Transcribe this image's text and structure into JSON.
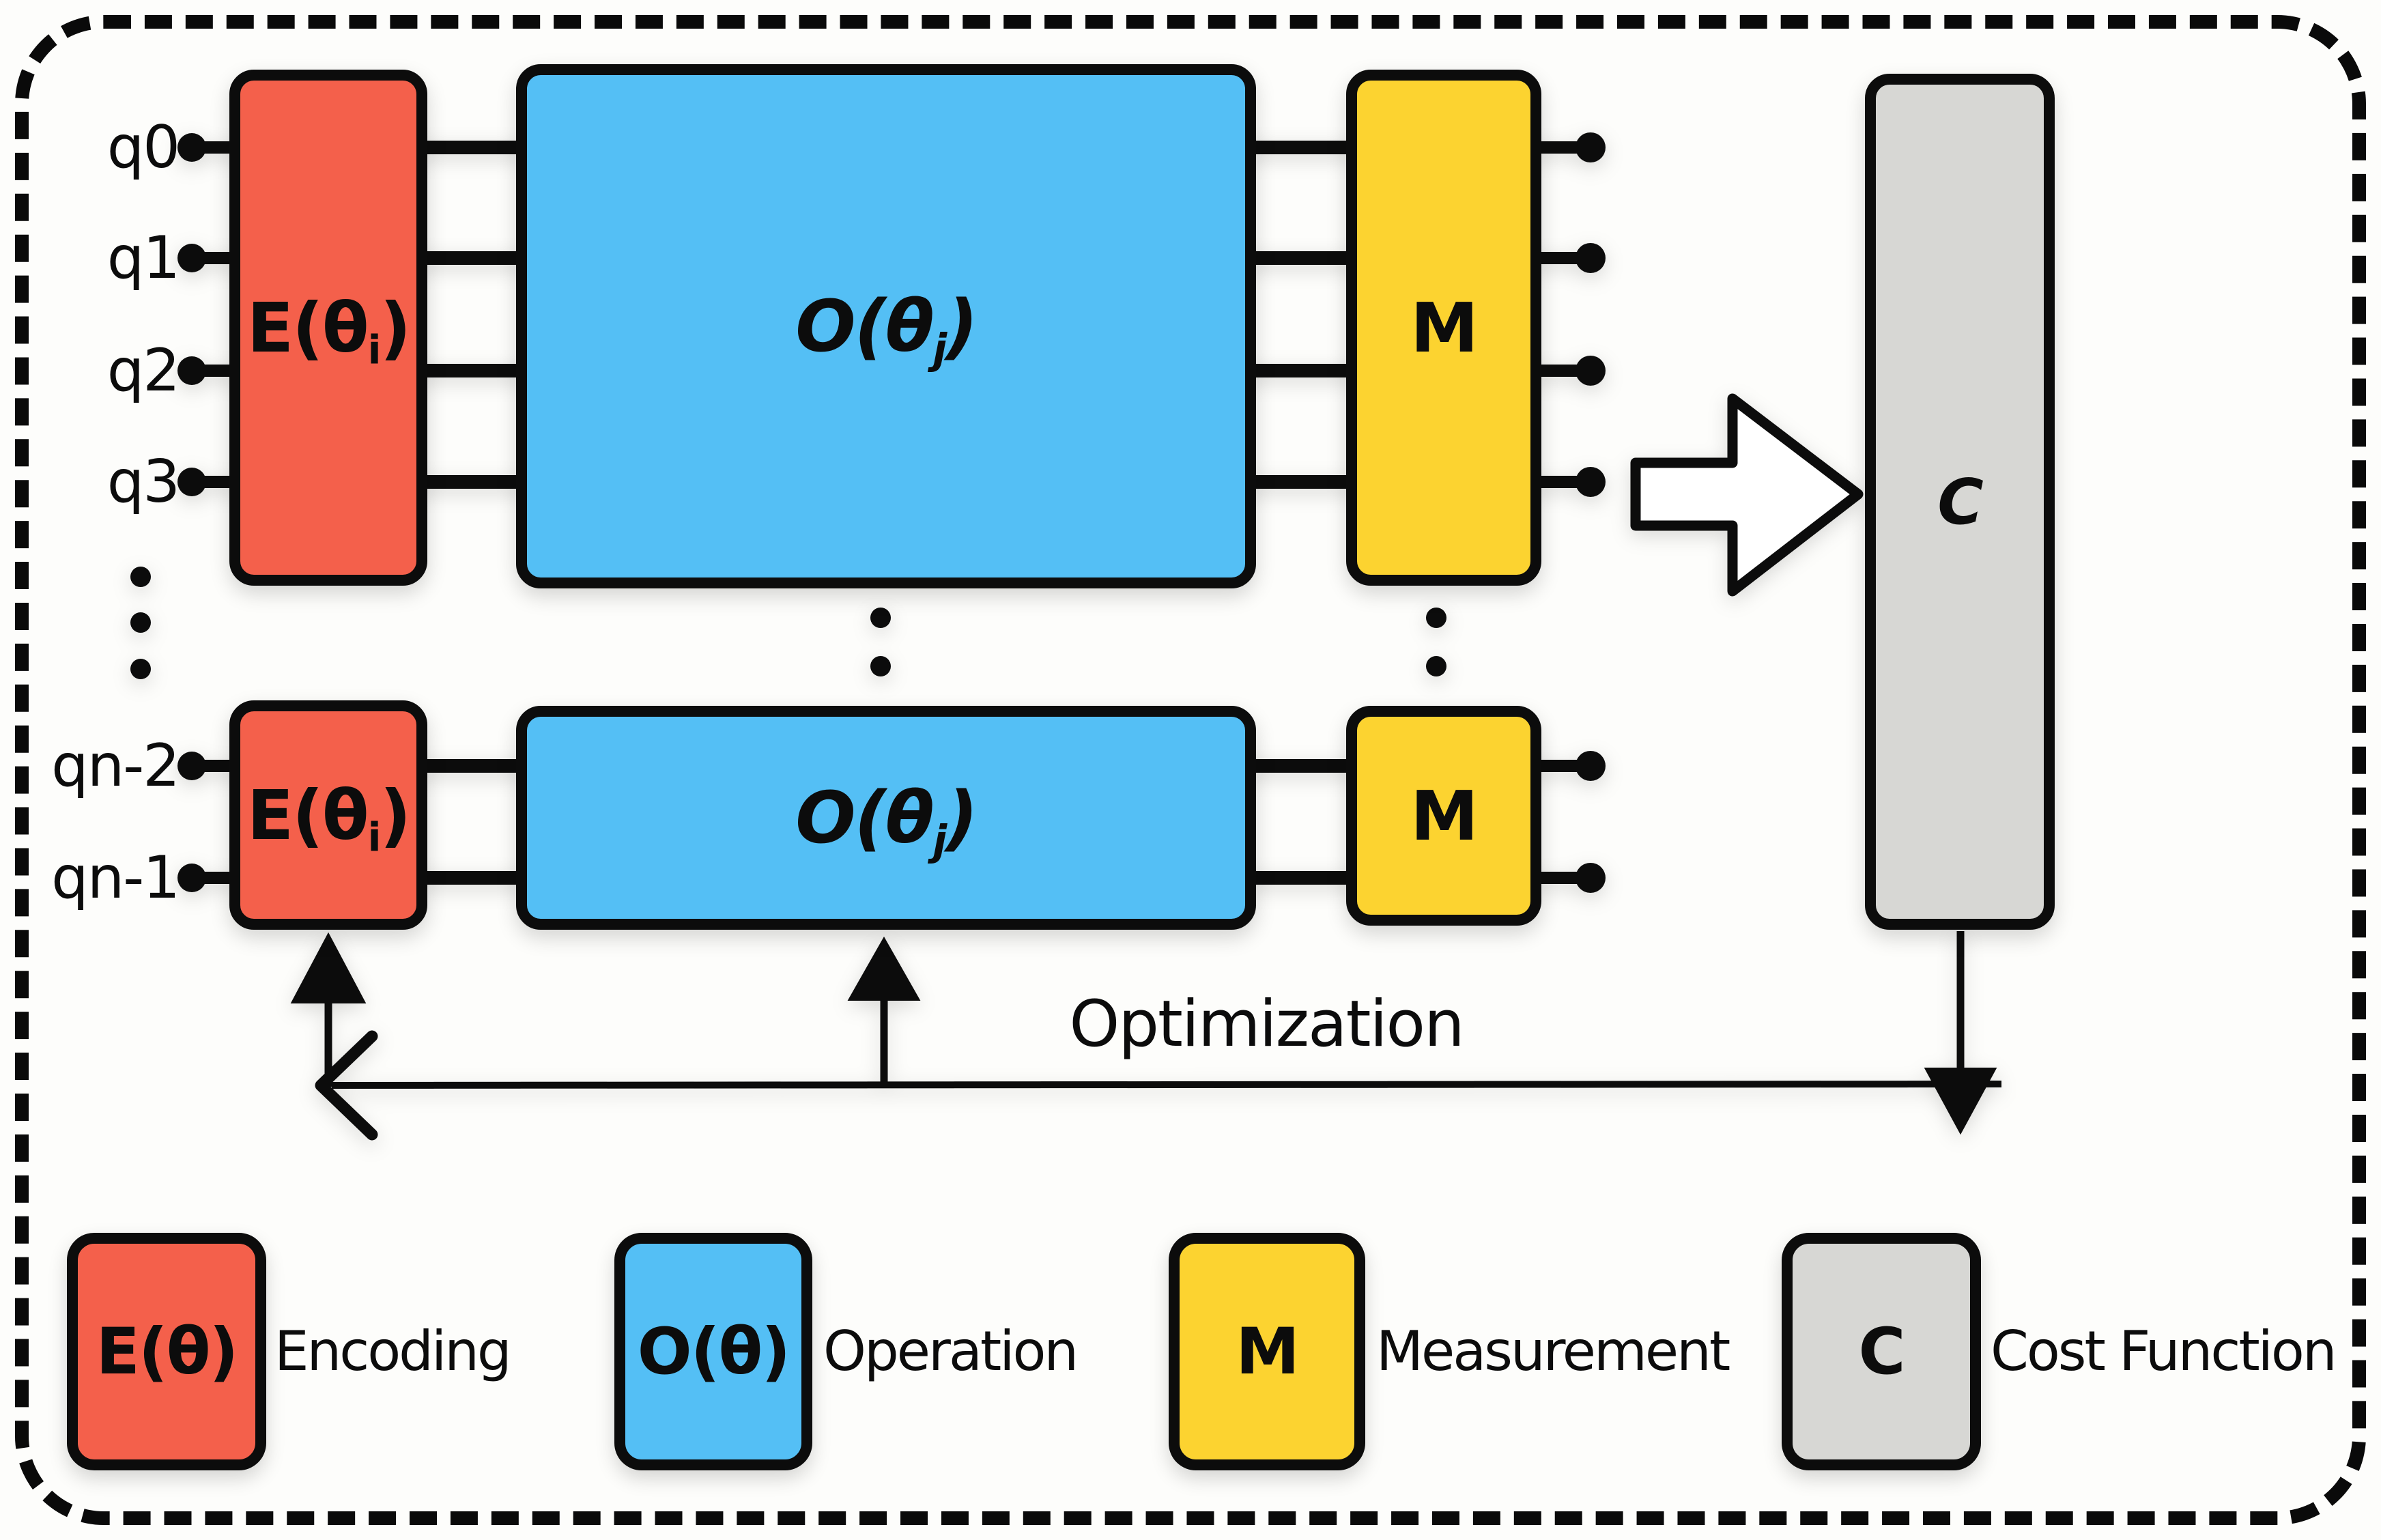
{
  "palette": {
    "red": "#f4604b",
    "blue": "#54bff5",
    "yellow": "#fcd330",
    "gray": "#d7d7d4",
    "ink": "#0c0c0c",
    "paper": "#fdfdfb"
  },
  "circuit": {
    "row1": {
      "qubit_labels": [
        "q0",
        "q1",
        "q2",
        "q3"
      ],
      "encoding": {
        "base": "E(θ",
        "sub": "i",
        "close": ")"
      },
      "operation": {
        "base": "O(θ",
        "sub": "j",
        "close": ")"
      },
      "measurement_label": "M"
    },
    "row2": {
      "qubit_labels": [
        "qn-2",
        "qn-1"
      ],
      "encoding": {
        "base": "E(θ",
        "sub": "i",
        "close": ")"
      },
      "operation": {
        "base": "O(θ",
        "sub": "j",
        "close": ")"
      },
      "measurement_label": "M"
    },
    "cost_label": "C",
    "optimization_label": "Optimization"
  },
  "legend": {
    "items": [
      {
        "symbol": "E(θ)",
        "name": "Encoding"
      },
      {
        "symbol": "O(θ)",
        "name": "Operation"
      },
      {
        "symbol": "M",
        "name": "Measurement"
      },
      {
        "symbol": "C",
        "name": "Cost Function"
      }
    ]
  }
}
